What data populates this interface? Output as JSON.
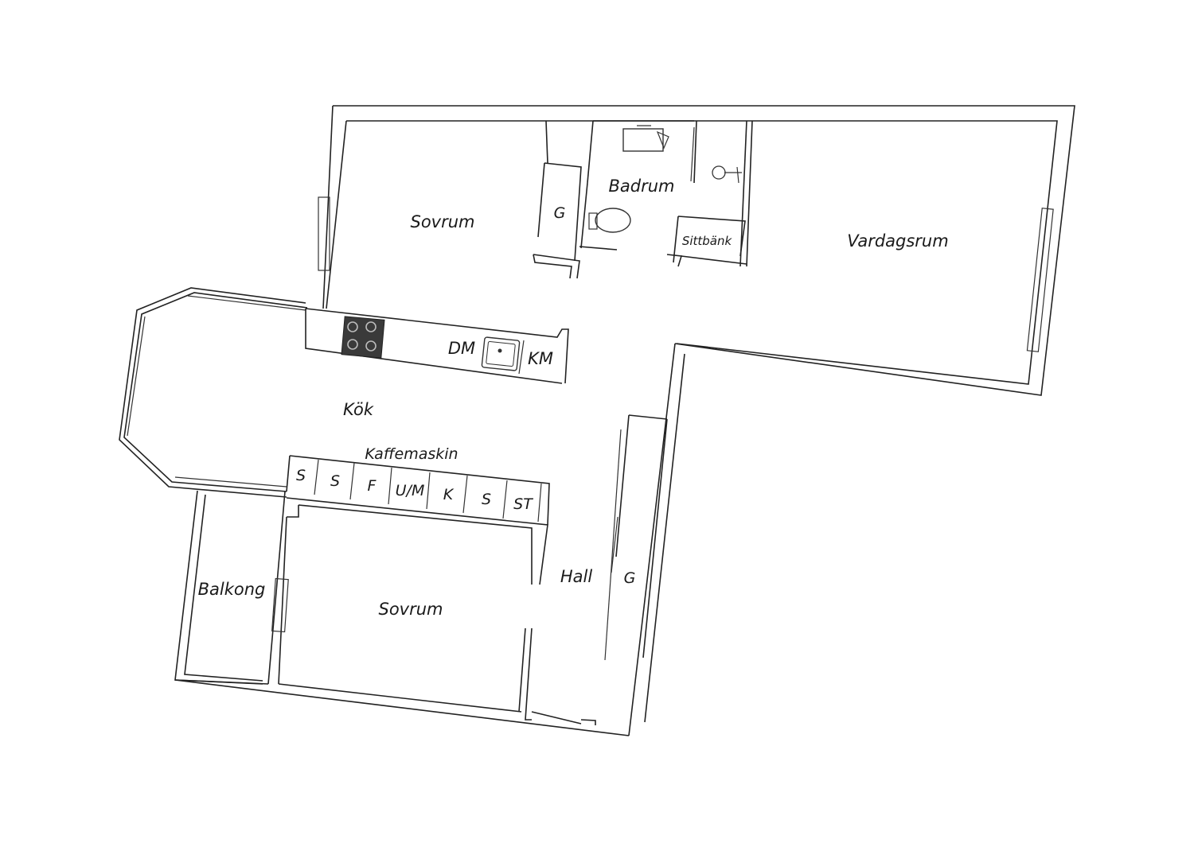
{
  "colors": {
    "wall": "#222222",
    "background": "#ffffff",
    "stove": "#3a3a3a"
  },
  "rooms": {
    "sovrum_top": "Sovrum",
    "badrum": "Badrum",
    "vardagsrum": "Vardagsrum",
    "kok": "Kök",
    "sovrum_bottom": "Sovrum",
    "balkong": "Balkong",
    "hall": "Hall"
  },
  "fixtures": {
    "garderob_top": "G",
    "garderob_hall": "G",
    "sittbank": "Sittbänk",
    "diskmaskin": "DM",
    "kylmaskin": "KM",
    "kaffemaskin": "Kaffemaskin",
    "cabinets": [
      "S",
      "S",
      "F",
      "U/M",
      "K",
      "S",
      "ST"
    ]
  },
  "icons": [
    "stove-icon",
    "sink-icon",
    "toilet-icon",
    "washbasin-icon",
    "shower-icon"
  ]
}
